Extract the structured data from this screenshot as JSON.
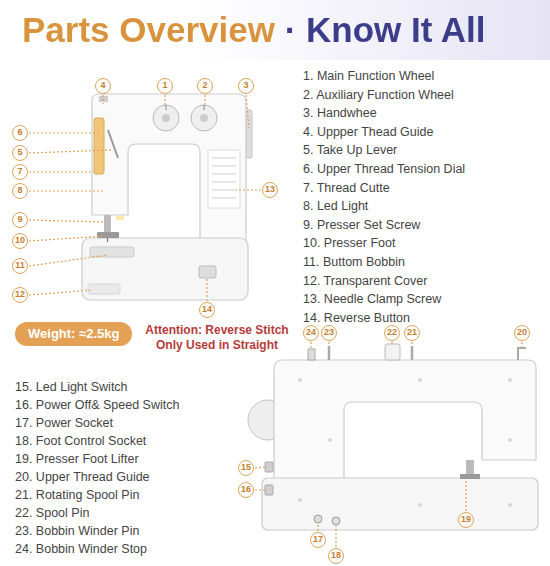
{
  "diagram": {
    "title": "Parts Overview · Know It All",
    "nodes": [
      {
        "text": [
          "Weight: ≈2.5kg"
        ]
      }
    ],
    "labels": [
      "1. Main Function Wheel",
      "2. Auxiliary Function Wheel",
      "3. Handwhee",
      "4. Uppper Thead Guide",
      "5. Take Up Lever",
      "6. Upper Thread Tension Dial",
      "7. Thread Cutte",
      "8. Led Light",
      "9. Presser Set Screw",
      "10. Presser Foot",
      "11. Buttom Bobbin",
      "12. Transparent Cover",
      "13. Needle Clamp Screw",
      "14. Reverse Button",
      "15. Led Light Switch",
      "16. Power Off& Speed Switch",
      "17. Power Socket",
      "18. Foot Control Socket",
      "19. Presser Foot Lifter",
      "20. Upper Thread Guide",
      "21. Rotating Spool Pin",
      "22. Spool Pin",
      "23. Bobbin Winder Pin",
      "24. Bobbin Winder Stop",
      "Attention: Reverse Stitch Only Used in Straight",
      "1",
      "2",
      "3",
      "4",
      "5",
      "6",
      "7",
      "8",
      "9",
      "10",
      "11",
      "12",
      "13",
      "14",
      "15",
      "16",
      "17",
      "18",
      "19",
      "20",
      "21",
      "22",
      "23",
      "24"
    ]
  }
}
